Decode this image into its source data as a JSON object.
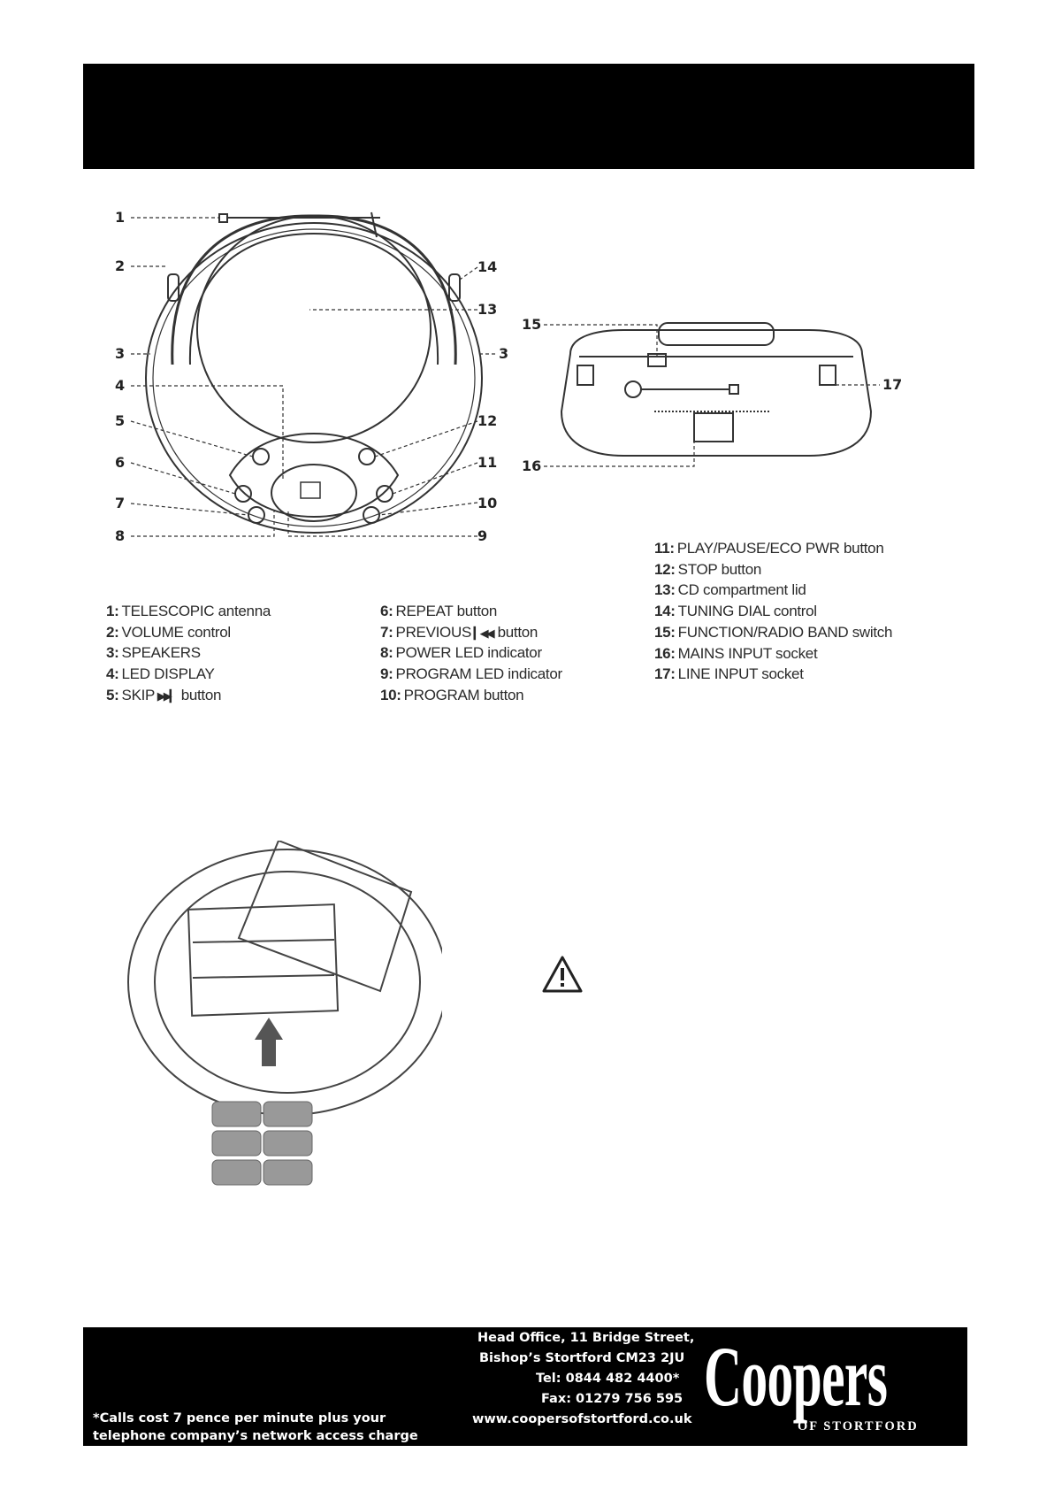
{
  "front_callouts": [
    "1",
    "2",
    "3",
    "4",
    "5",
    "6",
    "7",
    "8",
    "9",
    "10",
    "11",
    "12",
    "13",
    "14",
    "3"
  ],
  "back_callouts": [
    "15",
    "16",
    "17"
  ],
  "legend": {
    "col1": [
      {
        "num": "1:",
        "text": "TELESCOPIC antenna"
      },
      {
        "num": "2:",
        "text": "VOLUME control"
      },
      {
        "num": "3:",
        "text": "SPEAKERS"
      },
      {
        "num": "4:",
        "text": "LED DISPLAY"
      },
      {
        "num": "5:",
        "text": "SKIP",
        "glyph": "▶▶▎",
        "text2": "button"
      }
    ],
    "col2": [
      {
        "num": "6:",
        "text": "REPEAT button"
      },
      {
        "num": "7:",
        "text": "PREVIOUS",
        "glyph": "▎◀◀",
        "text2": "button"
      },
      {
        "num": "8:",
        "text": "POWER LED indicator"
      },
      {
        "num": "9:",
        "text": "PROGRAM LED indicator"
      },
      {
        "num": "10:",
        "text": "PROGRAM button"
      }
    ],
    "col3": [
      {
        "num": "11:",
        "text": "PLAY/PAUSE/ECO PWR button"
      },
      {
        "num": "12:",
        "text": "STOP button"
      },
      {
        "num": "13:",
        "text": "CD compartment lid"
      },
      {
        "num": "14:",
        "text": "TUNING DIAL control"
      },
      {
        "num": "15:",
        "text": "FUNCTION/RADIO BAND switch"
      },
      {
        "num": "16:",
        "text": "MAINS INPUT socket"
      },
      {
        "num": "17:",
        "text": "LINE INPUT socket"
      }
    ]
  },
  "footer": {
    "address_lines": [
      "Head Office, 11 Bridge Street,",
      "Bishop’s Stortford  CM23 2JU",
      "Tel: 0844 482 4400*",
      "Fax: 01279 756 595",
      "www.coopersofstortford.co.uk"
    ],
    "footnote_line1": "*Calls cost 7 pence per minute plus your",
    "footnote_line2": "telephone company’s  network access charge",
    "logo_word": "Coopers",
    "logo_sub": "OF STORTFORD"
  },
  "colors": {
    "banner": "#000000",
    "footer": "#000000",
    "line_art": "#333333"
  },
  "icons": [
    "warning-triangle-icon",
    "skip-forward-icon",
    "skip-back-icon"
  ]
}
